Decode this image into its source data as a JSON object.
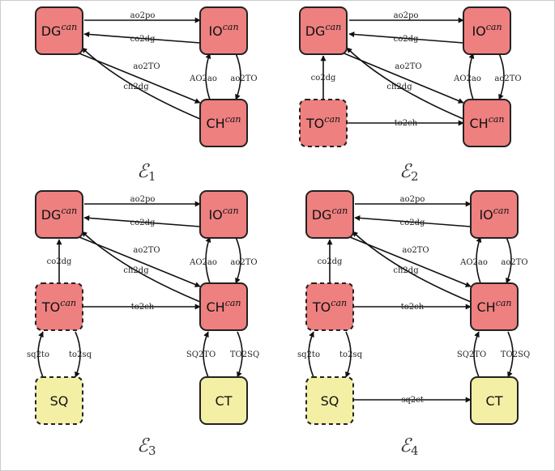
{
  "node_text": {
    "dg": "DG",
    "io": "IO",
    "ch": "CH",
    "to": "TO",
    "sq": "SQ",
    "ct": "CT",
    "sup": "can"
  },
  "edge_labels": {
    "ao2po": "ao2po",
    "co2dg": "co2dg",
    "ao2TO": "ao2TO",
    "ch2dg": "ch2dg",
    "AO2ao": "AO2ao",
    "to2ch": "to2ch",
    "sq2to": "sq2to",
    "to2sq": "to2sq",
    "SQ2TO": "SQ2TO",
    "TO2SQ": "TO2SQ",
    "sq2ct": "sq2ct"
  },
  "captions": [
    {
      "letter": "ℰ",
      "sub": "1"
    },
    {
      "letter": "ℰ",
      "sub": "2"
    },
    {
      "letter": "ℰ",
      "sub": "3"
    },
    {
      "letter": "ℰ",
      "sub": "4"
    }
  ],
  "colors": {
    "node_red": "#ee8080",
    "node_yellow": "#f3f0a5",
    "stroke": "#222222"
  }
}
